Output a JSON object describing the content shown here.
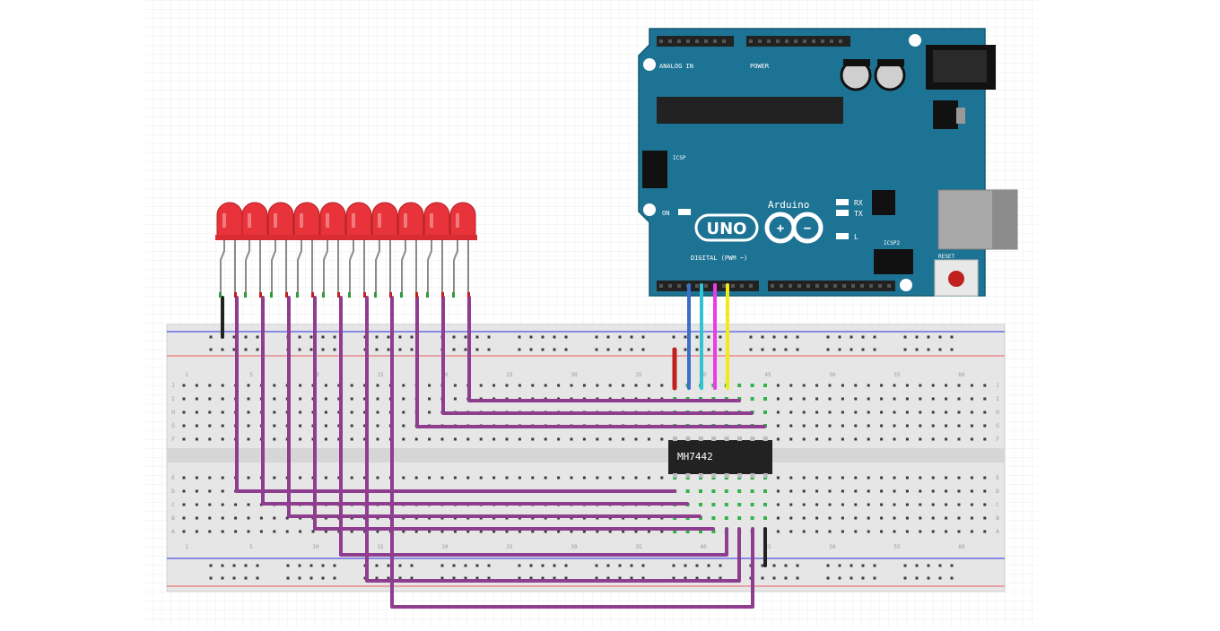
{
  "chip": {
    "label": "MH7442"
  },
  "arduino": {
    "brand": "Arduino",
    "model": "UNO",
    "on_label": "ON",
    "tx_label": "TX",
    "rx_label": "RX",
    "l_label": "L",
    "icsp_label": "ICSP",
    "icsp2_label": "ICSP2",
    "reset_label": "RESET",
    "analog_label": "ANALOG IN",
    "power_label": "POWER",
    "digital_label": "DIGITAL (PWM ~)",
    "board_color": "#1d7393"
  },
  "leds": {
    "count": 10,
    "color": "#e8333a"
  },
  "wire_colors": {
    "led_bus": "#8e3d8f",
    "ground": "#222222",
    "power": "#c0201e",
    "signal_a": "#3a6fc9",
    "signal_b": "#2ec4d6",
    "signal_c": "#e93ee3",
    "signal_d": "#f2ea18"
  },
  "breadboard": {
    "column_numbers": [
      "1",
      "5",
      "10",
      "15",
      "20",
      "25",
      "30",
      "35",
      "40",
      "45",
      "50",
      "55",
      "60"
    ],
    "row_letters_top": [
      "J",
      "I",
      "H",
      "G",
      "F"
    ],
    "row_letters_bottom": [
      "E",
      "D",
      "C",
      "B",
      "A"
    ]
  }
}
